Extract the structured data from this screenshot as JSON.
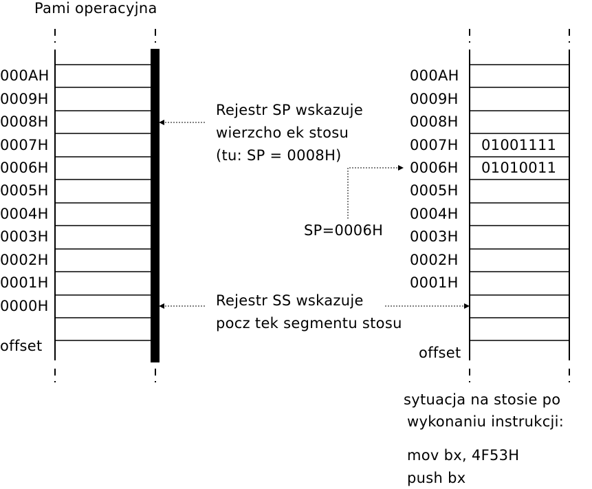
{
  "title": "Pami   operacyjna",
  "addresses": [
    "000AH",
    "0009H",
    "0008H",
    "0007H",
    "0006H",
    "0005H",
    "0004H",
    "0003H",
    "0002H",
    "0001H",
    "0000H"
  ],
  "left_offset_label": "offset",
  "right_offset_label": "offset",
  "sp_note": [
    "Rejestr SP wskazuje",
    "wierzcho ek stosu",
    "(tu: SP = 0008H)"
  ],
  "ss_note": [
    "Rejestr SS wskazuje",
    "pocz tek segmentu stosu"
  ],
  "sp_after": "SP=0006H",
  "stack_values": {
    "0007H": "01001111",
    "0006H": "01010011"
  },
  "caption": [
    "sytuacja na stosie po",
    "wykonaniu instrukcji:"
  ],
  "instructions": [
    "mov bx, 4F53H",
    "push bx"
  ]
}
